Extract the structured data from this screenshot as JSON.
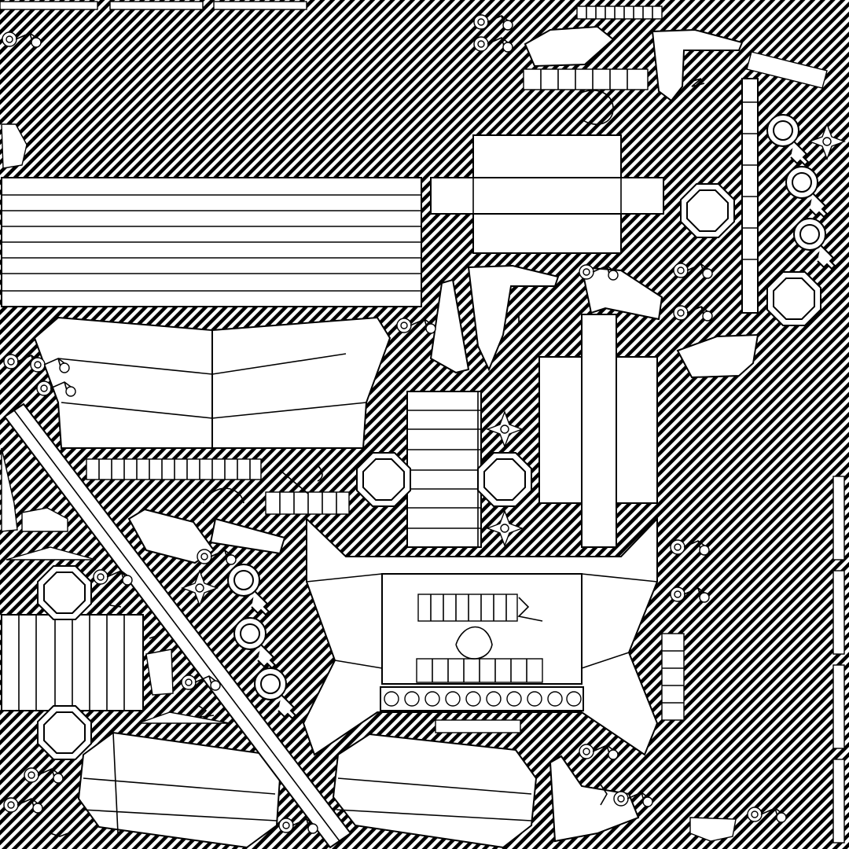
{
  "artwork": {
    "kind": "hatched-line-art-pattern",
    "colors": {
      "background": "#ffffff",
      "hatch": "#000000",
      "outline": "#000000"
    },
    "hatch_angle_deg": 45,
    "motifs": [
      "boombox",
      "wrench",
      "sparkle-icon",
      "gear-icon",
      "key-icon",
      "octagon-bolt",
      "crate",
      "cassette",
      "slatted-box",
      "zigzag-arrow"
    ]
  }
}
